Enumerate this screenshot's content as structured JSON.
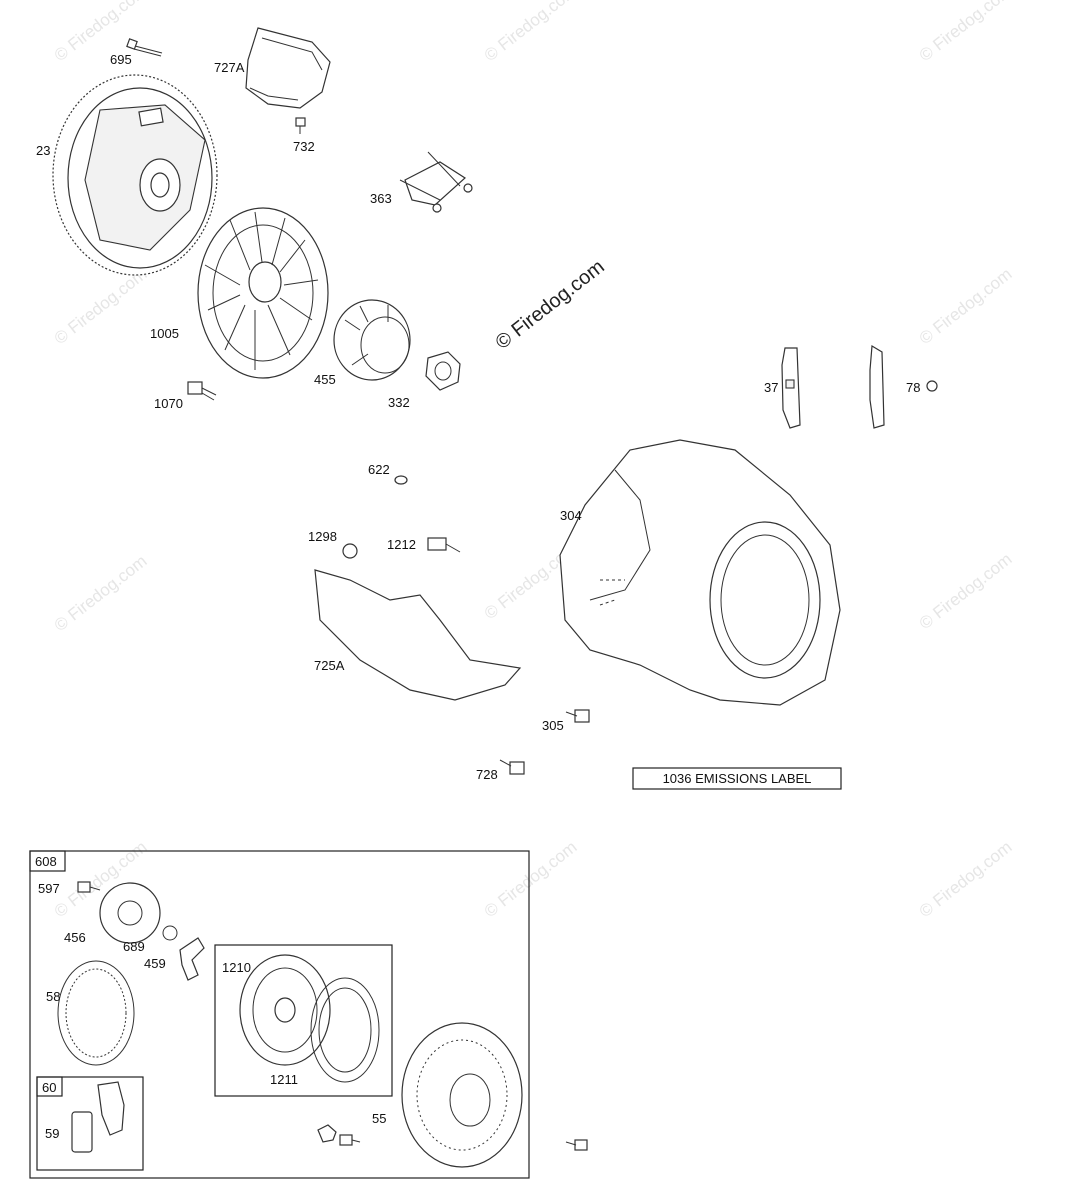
{
  "watermark": "© Firedog.com",
  "copyright": "© Firedog.com",
  "emissions_label": "1036 EMISSIONS LABEL",
  "labels": {
    "l695": "695",
    "l727A": "727A",
    "l732": "732",
    "l23": "23",
    "l363": "363",
    "l1005": "1005",
    "l455": "455",
    "l332": "332",
    "l1070": "1070",
    "l37": "37",
    "l78": "78",
    "l622": "622",
    "l304": "304",
    "l1298": "1298",
    "l1212": "1212",
    "l725A": "725A",
    "l305": "305",
    "l728": "728"
  },
  "group_608": {
    "title": "608",
    "labels": {
      "l597": "597",
      "l456": "456",
      "l689": "689",
      "l459": "459",
      "l58": "58",
      "l1210": "1210",
      "l1211": "1211",
      "l55": "55"
    },
    "group_60": {
      "title": "60",
      "l59": "59"
    }
  }
}
